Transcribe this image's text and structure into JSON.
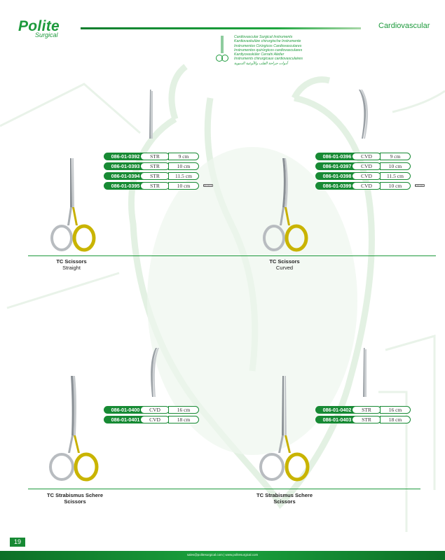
{
  "brand": {
    "name": "Polite",
    "sub": "Surgical"
  },
  "section_title": "Cardiovascular",
  "languages": [
    "Cardiovascular Surgical Instruments",
    "Kardiovaskuläre chirurgische Instrumente",
    "Instrumentos Cirúrgicos Cardiovasculares",
    "Instrumentos quirúrgicos cardiovasculares",
    "Kardiyovasküler Cerrahi Aletler",
    "Instruments chirurgicaux cardiovasculaires",
    "أدوات جراحة القلب والأوعية الدموية"
  ],
  "products": [
    {
      "name": "TC Scissors",
      "sub": "Straight",
      "rows": [
        {
          "code": "086-01-0392",
          "type": "STR",
          "size": "9 cm"
        },
        {
          "code": "086-01-0393",
          "type": "STR",
          "size": "10 cm"
        },
        {
          "code": "086-01-0394",
          "type": "STR",
          "size": "11.5 cm"
        },
        {
          "code": "086-01-0395",
          "type": "STR",
          "size": "10 cm"
        }
      ]
    },
    {
      "name": "TC Scissors",
      "sub": "Curved",
      "rows": [
        {
          "code": "086-01-0396",
          "type": "CVD",
          "size": "9 cm"
        },
        {
          "code": "086-01-0397",
          "type": "CVD",
          "size": "10 cm"
        },
        {
          "code": "086-01-0398",
          "type": "CVD",
          "size": "11.5 cm"
        },
        {
          "code": "086-01-0399",
          "type": "CVD",
          "size": "10 cm"
        }
      ]
    },
    {
      "name": "TC Strabismus Schere",
      "sub": "Scissors",
      "rows": [
        {
          "code": "086-01-0400",
          "type": "CVD",
          "size": "16 cm"
        },
        {
          "code": "086-01-0401",
          "type": "CVD",
          "size": "18 cm"
        }
      ]
    },
    {
      "name": "TC Strabismus Schere",
      "sub": "Scissors",
      "rows": [
        {
          "code": "086-01-0402",
          "type": "STR",
          "size": "16 cm"
        },
        {
          "code": "086-01-0403",
          "type": "STR",
          "size": "18 cm"
        }
      ]
    }
  ],
  "page_number": "19",
  "footer_contact": "sales@politesurgical.com | www.politesurgical.com",
  "colors": {
    "brand_green": "#178a34",
    "gold_handle": "#c9b400",
    "steel": "#b8bcc0"
  }
}
